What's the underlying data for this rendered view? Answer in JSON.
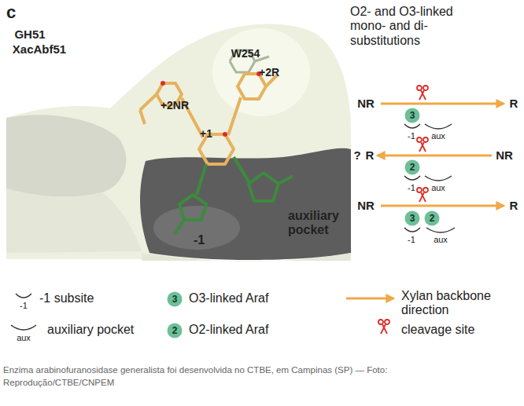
{
  "diagram": {
    "caption": "Enzima arabinofuranosidase generalista foi desenvolvida no CTBE, em Campinas (SP) — Foto: Reprodução/CTBE/CNPEM",
    "nodes": [
      {
        "text": [
          "3"
        ]
      },
      {
        "text": [
          "2"
        ]
      },
      {
        "text": [
          "3"
        ]
      },
      {
        "text": [
          "2"
        ]
      },
      {
        "text": [
          "3"
        ]
      },
      {
        "text": [
          "2"
        ]
      }
    ],
    "labels": [
      "c",
      "GH51",
      "XacAbf51",
      "W254",
      "+2R",
      "+2NR",
      "+1",
      "auxiliary pocket",
      "-1",
      "O2- and O3-linked mono- and di-substitutions",
      "NR",
      "R",
      "-1",
      "aux",
      "?",
      "R",
      "NR",
      "-1",
      "aux",
      "NR",
      "R",
      "-1",
      "aux",
      "-1",
      "aux"
    ],
    "legend": [
      {
        "text": "-1 subsite"
      },
      {
        "text": "O3-linked Araf"
      },
      {
        "text": "Xylan backbone direction"
      },
      {
        "text": "auxiliary pocket"
      },
      {
        "text": "O2-linked Araf"
      },
      {
        "text": "cleavage site"
      }
    ]
  }
}
